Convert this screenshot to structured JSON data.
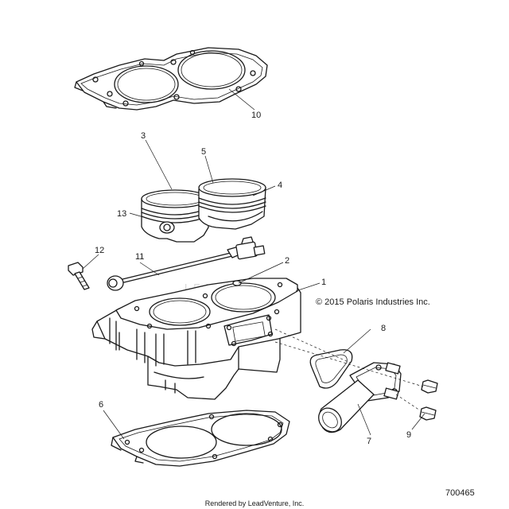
{
  "callouts": [
    {
      "id": "1",
      "label": "1"
    },
    {
      "id": "2",
      "label": "2"
    },
    {
      "id": "3",
      "label": "3"
    },
    {
      "id": "4",
      "label": "4"
    },
    {
      "id": "5",
      "label": "5"
    },
    {
      "id": "6",
      "label": "6"
    },
    {
      "id": "7",
      "label": "7"
    },
    {
      "id": "8",
      "label": "8"
    },
    {
      "id": "9",
      "label": "9"
    },
    {
      "id": "10",
      "label": "10"
    },
    {
      "id": "11",
      "label": "11"
    },
    {
      "id": "12",
      "label": "12"
    },
    {
      "id": "13",
      "label": "13"
    }
  ],
  "copyright": "© 2015 Polaris Industries Inc.",
  "diagram_id": "700465",
  "footer": "Rendered by LeadVenture, Inc.",
  "watermark": "LEADVENTURE"
}
